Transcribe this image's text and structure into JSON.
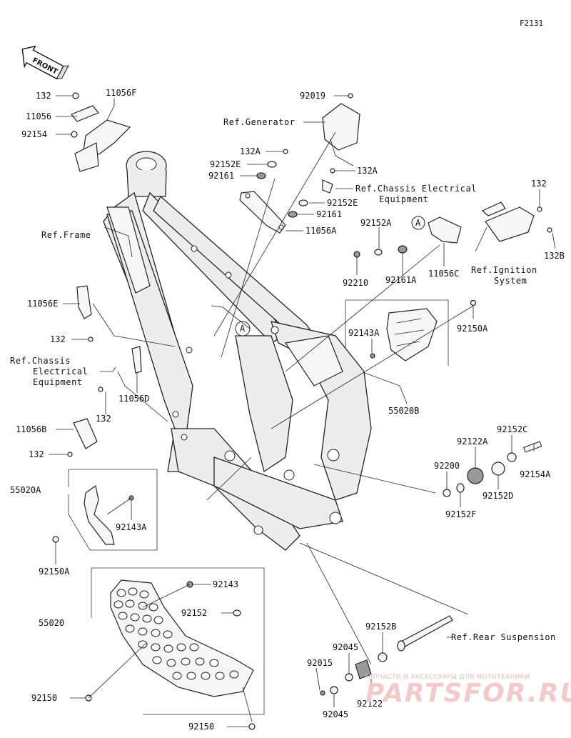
{
  "figure_code": "F2131",
  "front_label": "FRONT",
  "refs": {
    "generator": "Ref.Generator",
    "chassis_electrical_top_1": "Ref.Chassis Electrical",
    "chassis_electrical_top_2": "Equipment",
    "frame": "Ref.Frame",
    "chassis_electrical_left_1": "Ref.Chassis",
    "chassis_electrical_left_2": "Electrical",
    "chassis_electrical_left_3": "Equipment",
    "ignition_1": "Ref.Ignition",
    "ignition_2": "System",
    "rear_suspension": "Ref.Rear Suspension"
  },
  "callout_marker": "A",
  "parts": {
    "p132_top": "132",
    "p11056F": "11056F",
    "p11056": "11056",
    "p92154": "92154",
    "p92019": "92019",
    "p132A_1": "132A",
    "p92152E_1": "92152E",
    "p92161_1": "92161",
    "p132A_2": "132A",
    "p92152E_2": "92152E",
    "p92161_2": "92161",
    "p11056A": "11056A",
    "p132_right": "132",
    "p132B": "132B",
    "p92152A": "92152A",
    "p92210": "92210",
    "p92161A": "92161A",
    "p11056C": "11056C",
    "p11056E": "11056E",
    "p132_e": "132",
    "p92143A_upper": "92143A",
    "p92150A_upper": "92150A",
    "p55020B": "55020B",
    "p132_d": "132",
    "p11056D": "11056D",
    "p11056B": "11056B",
    "p132_b": "132",
    "p92152C": "92152C",
    "p92122A": "92122A",
    "p92200": "92200",
    "p92154A": "92154A",
    "p92152D": "92152D",
    "p92152F": "92152F",
    "p55020A": "55020A",
    "p92143A_lower": "92143A",
    "p92150A_lower": "92150A",
    "p92143": "92143",
    "p92152": "92152",
    "p55020": "55020",
    "p92150_left": "92150",
    "p92150_bottom": "92150",
    "p92152B": "92152B",
    "p92045_top": "92045",
    "p92015": "92015",
    "p92045_bottom": "92045",
    "p92122": "92122"
  },
  "watermark": {
    "subtitle": "ЗАПЧАСТИ И АКСЕССУАРЫ ДЛЯ МОТОТЕХНИКИ",
    "brand": "PARTSFOR.RU"
  }
}
